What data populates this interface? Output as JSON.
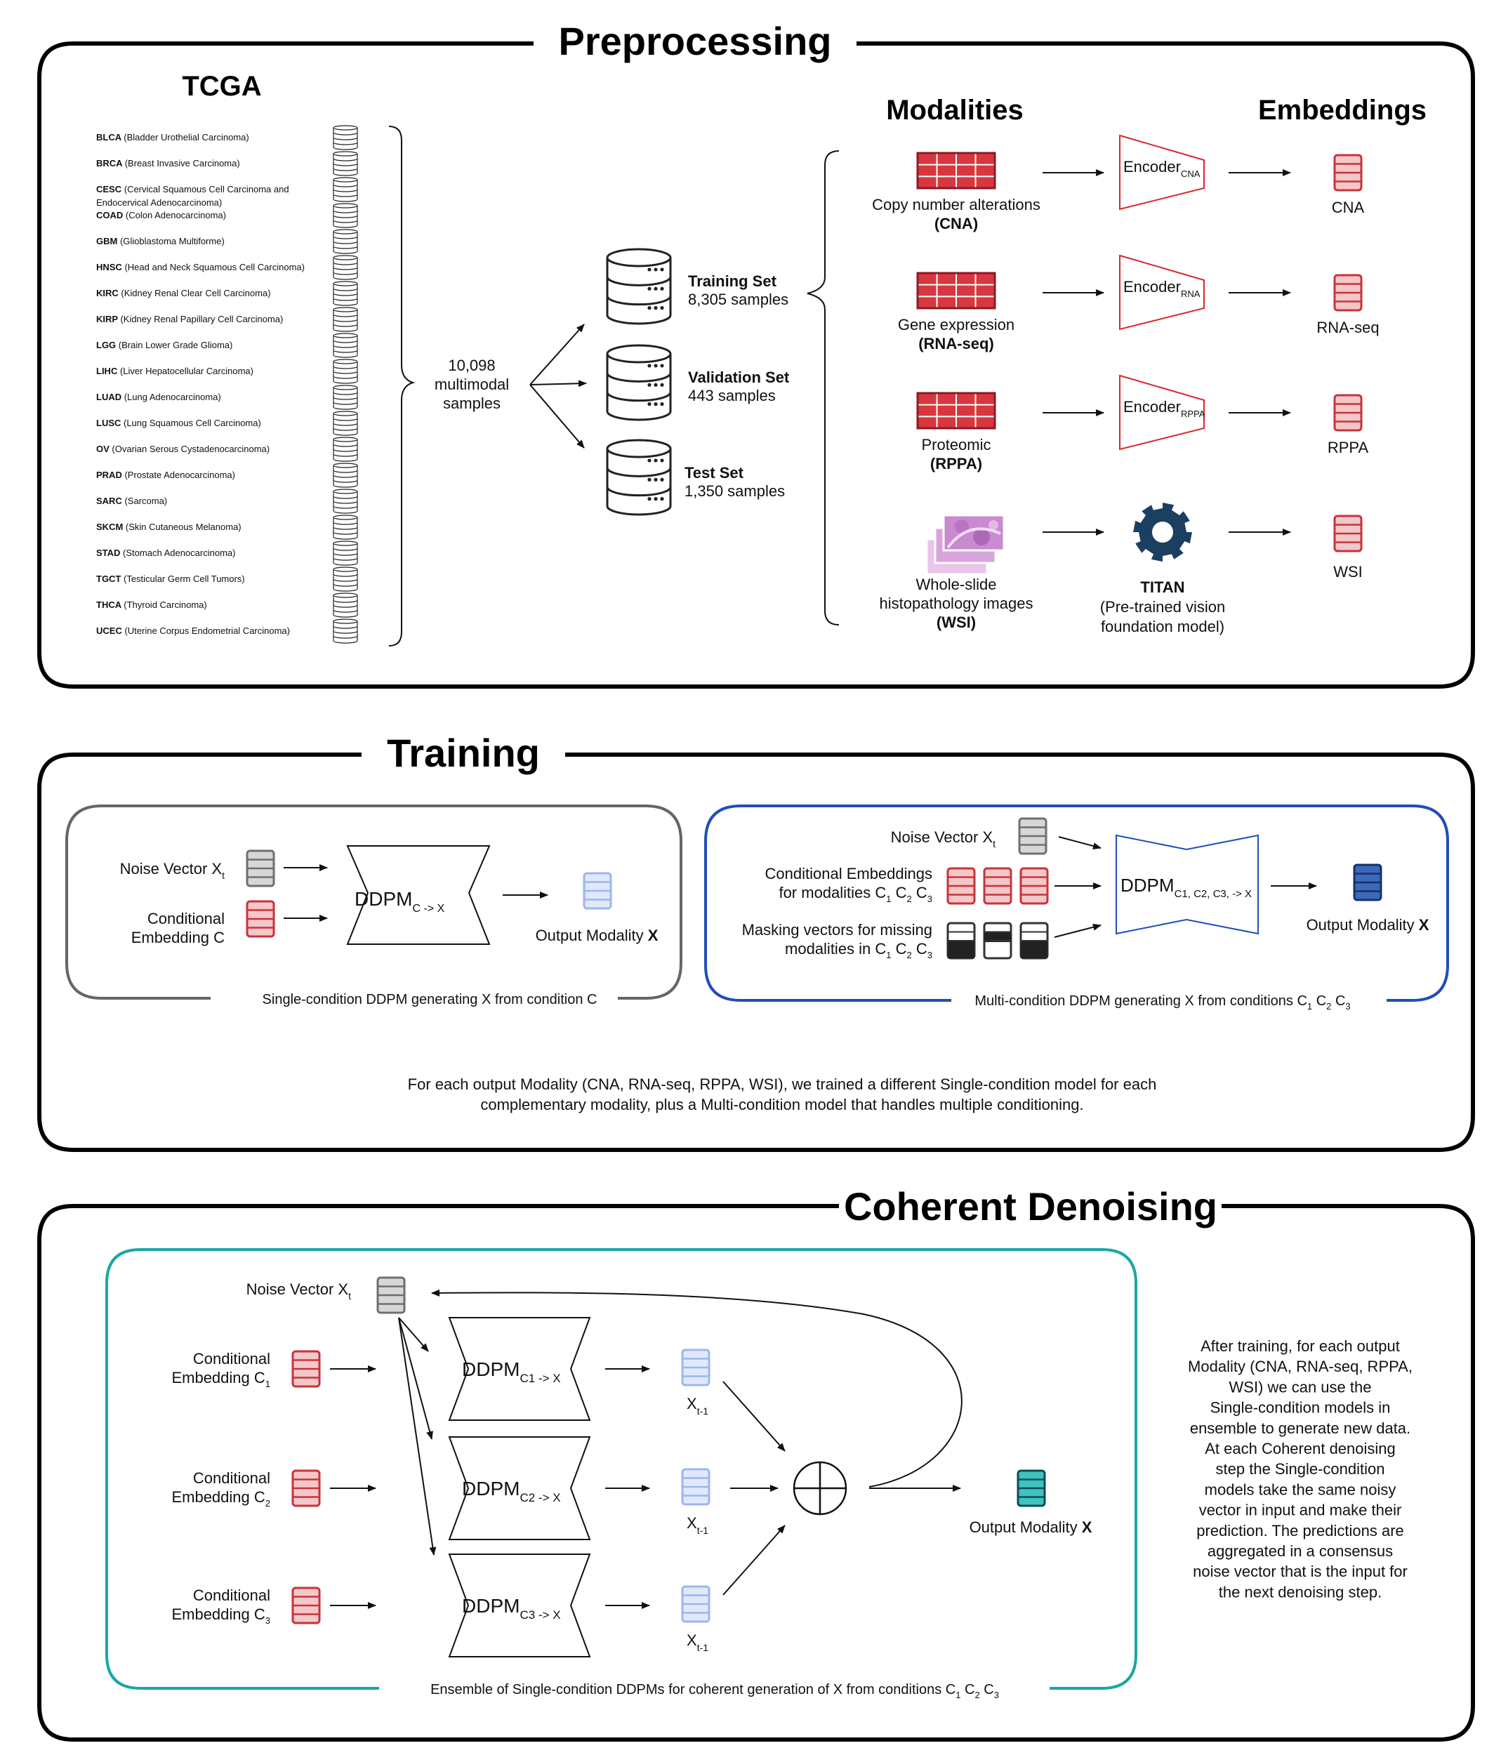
{
  "sections": {
    "preprocessing": "Preprocessing",
    "training": "Training",
    "coherent": "Coherent Denoising"
  },
  "preprocessing": {
    "source_title": "TCGA",
    "cancers": [
      {
        "code": "BLCA",
        "name": "(Bladder Urothelial Carcinoma)"
      },
      {
        "code": "BRCA",
        "name": "(Breast Invasive Carcinoma)"
      },
      {
        "code": "CESC",
        "name": "(Cervical Squamous Cell Carcinoma and",
        "name2": "Endocervical Adenocarcinoma)"
      },
      {
        "code": "COAD",
        "name": "(Colon Adenocarcinoma)"
      },
      {
        "code": "GBM",
        "name": "(Glioblastoma Multiforme)"
      },
      {
        "code": "HNSC",
        "name": "(Head and Neck Squamous Cell Carcinoma)"
      },
      {
        "code": "KIRC",
        "name": "(Kidney Renal Clear Cell Carcinoma)"
      },
      {
        "code": "KIRP",
        "name": "(Kidney Renal Papillary Cell Carcinoma)"
      },
      {
        "code": "LGG",
        "name": "(Brain Lower Grade Glioma)"
      },
      {
        "code": "LIHC",
        "name": "(Liver Hepatocellular Carcinoma)"
      },
      {
        "code": "LUAD",
        "name": "(Lung Adenocarcinoma)"
      },
      {
        "code": "LUSC",
        "name": "(Lung Squamous Cell Carcinoma)"
      },
      {
        "code": "OV",
        "name": "(Ovarian Serous Cystadenocarcinoma)"
      },
      {
        "code": "PRAD",
        "name": "(Prostate Adenocarcinoma)"
      },
      {
        "code": "SARC",
        "name": "(Sarcoma)"
      },
      {
        "code": "SKCM",
        "name": "(Skin Cutaneous Melanoma)"
      },
      {
        "code": "STAD",
        "name": "(Stomach Adenocarcinoma)"
      },
      {
        "code": "TGCT",
        "name": "(Testicular Germ Cell Tumors)"
      },
      {
        "code": "THCA",
        "name": "(Thyroid Carcinoma)"
      },
      {
        "code": "UCEC",
        "name": "(Uterine Corpus Endometrial Carcinoma)"
      }
    ],
    "total": [
      "10,098",
      "multimodal",
      "samples"
    ],
    "splits": [
      {
        "name": "Training Set",
        "count": "8,305 samples"
      },
      {
        "name": "Validation Set",
        "count": "443 samples"
      },
      {
        "name": "Test Set",
        "count": "1,350 samples"
      }
    ],
    "modalities_title": "Modalities",
    "embeddings_title": "Embeddings",
    "modalities": [
      {
        "line1": "Copy number alterations",
        "line2": "(CNA)",
        "encoder": "Encoder",
        "sub": "CNA",
        "embedding": "CNA"
      },
      {
        "line1": "Gene expression",
        "line2": "(RNA-seq)",
        "encoder": "Encoder",
        "sub": "RNA",
        "embedding": "RNA-seq"
      },
      {
        "line1": "Proteomic",
        "line2": "(RPPA)",
        "encoder": "Encoder",
        "sub": "RPPA",
        "embedding": "RPPA"
      }
    ],
    "wsi": {
      "line1": "Whole-slide",
      "line2": "histopathology images",
      "line3": "(WSI)",
      "embedding": "WSI"
    },
    "titan": {
      "name": "TITAN",
      "desc1": "(Pre-trained vision",
      "desc2": "foundation model)"
    }
  },
  "training": {
    "single": {
      "noise_label": "Noise Vector X",
      "noise_sub": "t",
      "cond_line1": "Conditional",
      "cond_line2": "Embedding C",
      "ddpm": "DDPM",
      "ddpm_sub": "C -> X",
      "output": "Output Modality ",
      "output_x": "X",
      "caption": "Single-condition DDPM generating X from condition C"
    },
    "multi": {
      "noise_label": "Noise Vector X",
      "noise_sub": "t",
      "cond_line1": "Conditional Embeddings",
      "cond_line2": "for modalities C",
      "mask_line1": "Masking vectors for missing",
      "mask_line2": "modalities in C",
      "ddpm": "DDPM",
      "ddpm_sub": "C1, C2, C3, -> X",
      "output": "Output Modality ",
      "output_x": "X",
      "caption": "Multi-condition DDPM generating X from conditions C"
    },
    "note_line1": "For each output Modality (CNA, RNA-seq, RPPA, WSI), we trained a different Single-condition model for each",
    "note_line2": "complementary modality, plus a Multi-condition model that handles multiple conditioning."
  },
  "coherent": {
    "noise_label": "Noise Vector X",
    "noise_sub": "t",
    "cond_line1": "Conditional",
    "cond_line2": "Embedding C",
    "models": [
      {
        "ddpm": "DDPM",
        "sub": "C1 -> X",
        "cond_sub": "1"
      },
      {
        "ddpm": "DDPM",
        "sub": "C2 -> X",
        "cond_sub": "2"
      },
      {
        "ddpm": "DDPM",
        "sub": "C3 -> X",
        "cond_sub": "3"
      }
    ],
    "xt1": "X",
    "xt1_sub": "t-1",
    "output": "Output Modality ",
    "output_x": "X",
    "caption": "Ensemble of Single-condition DDPMs for coherent generation of X from conditions C",
    "description": [
      "After training, for each output",
      "Modality (CNA, RNA-seq, RPPA,",
      "WSI) we can use the",
      "Single-condition models in",
      "ensemble to generate new data.",
      "At each Coherent denoising",
      "step the Single-condition",
      "models take the same noisy",
      "vector in input and make their",
      "prediction. The predictions are",
      "aggregated in a consensus",
      "noise vector that is the input for",
      "the next denoising step."
    ]
  },
  "colors": {
    "red_fill": "#f4c7c9",
    "red_stroke": "#c6343b",
    "grid_fill": "#d8373f",
    "grid_stroke": "#8e1a20",
    "gray_fill": "#d7d7d7",
    "gray_stroke": "#6f6f6f",
    "blue_light_fill": "#dfe9fb",
    "blue_light_stroke": "#9cb6ee",
    "blue_dark_fill": "#3c69b8",
    "blue_dark_stroke": "#16306d",
    "teal_fill": "#40c3c0",
    "teal_stroke": "#0b4e53",
    "gear": "#1b3f61",
    "frame_blue": "#1f4fb8",
    "frame_teal": "#1aa6a6"
  }
}
